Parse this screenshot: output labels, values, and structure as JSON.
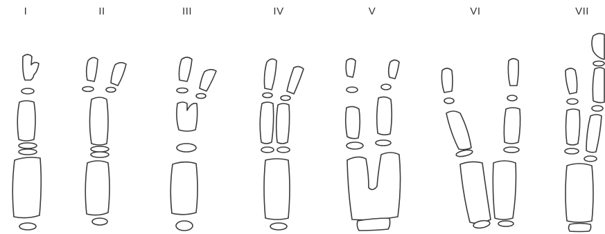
{
  "figure": {
    "stages": [
      {
        "label": "I"
      },
      {
        "label": "II"
      },
      {
        "label": "III"
      },
      {
        "label": "IV"
      },
      {
        "label": "V"
      },
      {
        "label": "VI"
      },
      {
        "label": "VII"
      }
    ],
    "line_color": "#3a3a3a",
    "background": "#ffffff"
  }
}
